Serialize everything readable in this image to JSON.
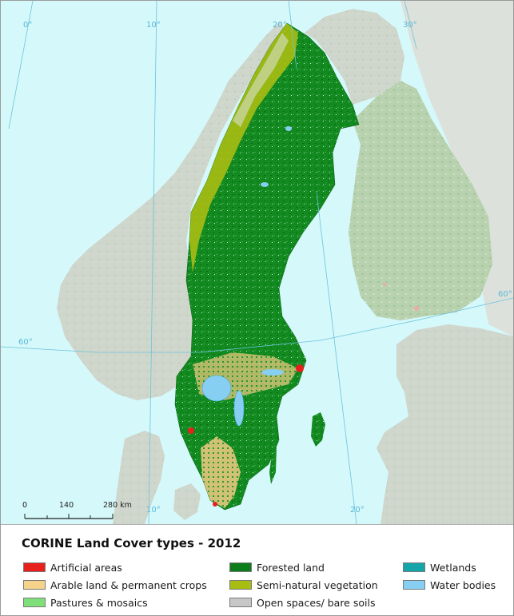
{
  "graticule": {
    "lon_labels": [
      "0°",
      "10°",
      "20°",
      "30°",
      "20°",
      "10°"
    ],
    "lat_labels": [
      "60°",
      "60°"
    ]
  },
  "scale_bar": {
    "labels": [
      "0",
      "140",
      "280 km"
    ]
  },
  "legend": {
    "title": "CORINE Land Cover types - 2012",
    "items": [
      {
        "label": "Artificial areas",
        "color": "#e8201c"
      },
      {
        "label": "Arable land & permanent crops",
        "color": "#f5d38b"
      },
      {
        "label": "Pastures & mosaics",
        "color": "#7fe07a"
      },
      {
        "label": "Forested land",
        "color": "#0c7d1a"
      },
      {
        "label": "Semi-natural vegetation",
        "color": "#a8bd12"
      },
      {
        "label": "Open spaces/ bare soils",
        "color": "#c7c7c7"
      },
      {
        "label": "Wetlands",
        "color": "#14a5a8"
      },
      {
        "label": "Water bodies",
        "color": "#86cff2"
      }
    ]
  },
  "colors": {
    "sea": "#d5f8fa",
    "neighbour_land": "#cfd6cc",
    "finland_land": "#bcd4b4",
    "graticule": "#6cc3dc"
  }
}
